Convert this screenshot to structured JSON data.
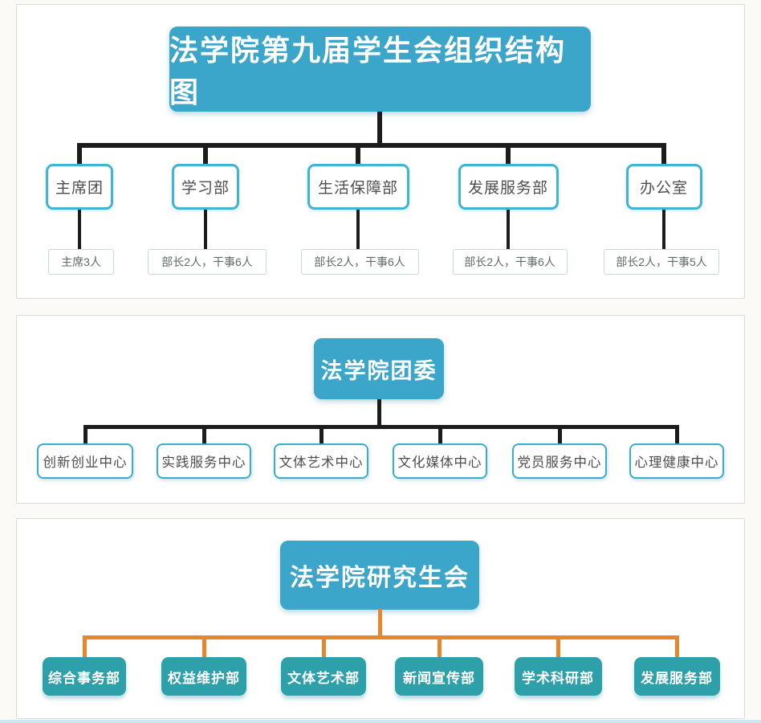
{
  "page": {
    "background": "#fbfaf6"
  },
  "colors": {
    "header_fill": "#3ba6ca",
    "outline_child_border": "#41b3d4",
    "filled_child": "#2ea0aa",
    "black_connector": "#1c1c1c",
    "orange_connector": "#e8862d",
    "panel_border": "#dbdbdb"
  },
  "sections": [
    {
      "title": "法学院第九届学生会组织结构图",
      "line_color": "#1c1c1c",
      "children": [
        {
          "label": "主席团",
          "sub": "主席3人"
        },
        {
          "label": "学习部",
          "sub": "部长2人，干事6人"
        },
        {
          "label": "生活保障部",
          "sub": "部长2人，干事6人"
        },
        {
          "label": "发展服务部",
          "sub": "部长2人，干事6人"
        },
        {
          "label": "办公室",
          "sub": "部长2人，干事5人"
        }
      ]
    },
    {
      "title": "法学院团委",
      "line_color": "#1c1c1c",
      "children": [
        {
          "label": "创新创业中心"
        },
        {
          "label": "实践服务中心"
        },
        {
          "label": "文体艺术中心"
        },
        {
          "label": "文化媒体中心"
        },
        {
          "label": "党员服务中心"
        },
        {
          "label": "心理健康中心"
        }
      ]
    },
    {
      "title": "法学院研究生会",
      "line_color": "#e8862d",
      "children": [
        {
          "label": "综合事务部"
        },
        {
          "label": "权益维护部"
        },
        {
          "label": "文体艺术部"
        },
        {
          "label": "新闻宣传部"
        },
        {
          "label": "学术科研部"
        },
        {
          "label": "发展服务部"
        }
      ]
    }
  ]
}
